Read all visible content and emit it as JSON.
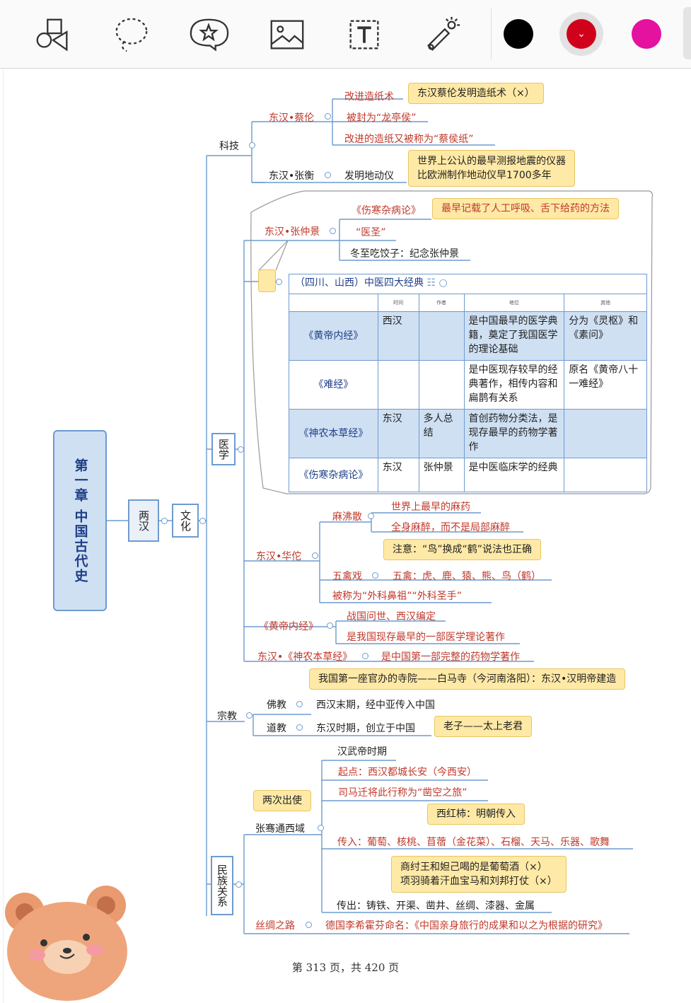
{
  "toolbar": {
    "tools": [
      "shapes-icon",
      "lasso-icon",
      "sticker-icon",
      "image-icon",
      "textbox-icon",
      "laser-pointer-icon"
    ],
    "colors": {
      "black": "#000000",
      "red": "#d0021b",
      "magenta": "#e5119f"
    }
  },
  "root": {
    "title": "第一章 中国古代史",
    "era": "两汉",
    "branch": "文化"
  },
  "sci": {
    "label": "科技",
    "cailun": "东汉•蔡伦",
    "cl1": "改进造纸术",
    "cl1_note": "东汉蔡伦发明造纸术（×）",
    "cl2": "被封为“龙亭侯”",
    "cl3": "改进的造纸又被称为“蔡侯纸”",
    "zhangheng": "东汉•张衡",
    "zh1": "发明地动仪",
    "zh_note1": "世界上公认的最早测报地震的仪器",
    "zh_note2": "比欧洲制作地动仪早1700多年"
  },
  "med": {
    "label": "医学",
    "zzj": "东汉•张仲景",
    "zzj1": "《伤寒杂病论》",
    "zzj1_note": "最早记载了人工呼吸、舌下给药的方法",
    "zzj2": "“医圣”",
    "zzj3": "冬至吃饺子：纪念张仲景",
    "table_title": "（四川、山西）中医四大经典",
    "table_headers": [
      "",
      "时间",
      "作者",
      "地位",
      "其他"
    ],
    "table_rows": [
      [
        "《黄帝内经》",
        "西汉",
        "",
        "是中国最早的医学典籍，奠定了我国医学的理论基础",
        "分为《灵枢》和《素问》"
      ],
      [
        "《难经》",
        "",
        "",
        "是中医现存较早的经典著作，相传内容和扁鹊有关系",
        "原名《黄帝八十一难经》"
      ],
      [
        "《神农本草经》",
        "东汉",
        "多人总结",
        "首创药物分类法，是现存最早的药物学著作",
        ""
      ],
      [
        "《伤寒杂病论》",
        "东汉",
        "张仲景",
        "是中医临床学的经典",
        ""
      ]
    ],
    "huatuo": "东汉•华佗",
    "mfs": "麻沸散",
    "mfs1": "世界上最早的麻药",
    "mfs2": "全身麻醉，而不是局部麻醉",
    "note_he": "注意：“鸟”换成“鹤”说法也正确",
    "wqx": "五禽戏",
    "wqx1": "五禽：虎、鹿、猿、熊、鸟（鹤）",
    "ht3": "被称为“外科鼻祖”“外科圣手”",
    "hdnj": "《黄帝内经》",
    "hdnj1": "战国问世、西汉编定",
    "hdnj2": "是我国现存最早的一部医学理论著作",
    "snbc": "东汉•《神农本草经》",
    "snbc1": "是中国第一部完整的药物学著作"
  },
  "rel": {
    "label": "宗教",
    "note_bms": "我国第一座官办的寺院——白马寺（今河南洛阳）：东汉•汉明帝建造",
    "fj": "佛教",
    "fj1": "西汉末期，经中亚传入中国",
    "dj": "道教",
    "dj1": "东汉时期，创立于中国",
    "dj_note": "老子——太上老君"
  },
  "eth": {
    "label": "民族关系",
    "two": "两次出使",
    "zq": "张骞通西域",
    "t0": "汉武帝时期",
    "t1": "起点：西汉都城长安（今西安）",
    "t2": "司马迁将此行称为“凿空之旅”",
    "note_xhs": "西红柿：明朝传入",
    "t3": "传入：葡萄、核桃、苜蓿（金花菜）、石榴、天马、乐器、歌舞",
    "note_w1": "商纣王和妲己喝的是葡萄酒（×）",
    "note_w2": "项羽骑着汗血宝马和刘邦打仗（×）",
    "t4": "传出：铸铁、开渠、凿井、丝绸、漆器、金属",
    "szzl": "丝绸之路",
    "szzl1": "德国李希霍芬命名：《中国亲身旅行的成果和以之为根据的研究》"
  },
  "footer": "第 313 页，共 420 页"
}
